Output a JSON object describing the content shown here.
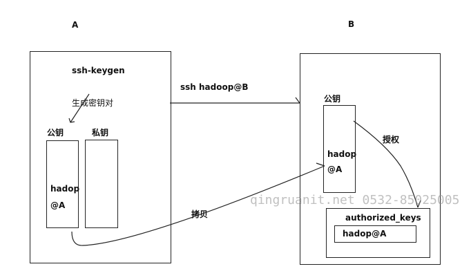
{
  "host_a": {
    "label": "A",
    "command": "ssh-keygen",
    "generate": "生成密钥对",
    "public_key": "公钥",
    "private_key": "私钥",
    "key_line1": "hadop",
    "key_line2": "@A"
  },
  "host_b": {
    "label": "B",
    "public_key": "公钥",
    "key_line1": "hadop",
    "key_line2": "@A",
    "authorize": "授权",
    "authorized_keys": "authorized_keys",
    "authorized_entry": "hadop@A"
  },
  "connection": {
    "ssh_label": "ssh hadoop@B",
    "copy_label": "拷贝"
  },
  "watermark": "qingruanit.net 0532-85025005"
}
